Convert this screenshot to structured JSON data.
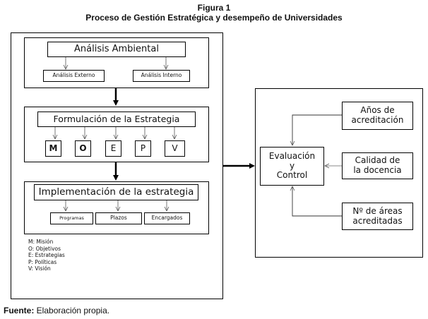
{
  "figure": {
    "number": "Figura 1",
    "title": "Proceso de Gestión Estratégica y desempeño de Universidades"
  },
  "stages": {
    "analysis": {
      "title": "Análisis Ambiental",
      "children": [
        "Análisis  Externo",
        "Análisis Interno"
      ]
    },
    "formulation": {
      "title": "Formulación de la Estrategia",
      "children": [
        "M",
        "O",
        "E",
        "P",
        "V"
      ]
    },
    "implementation": {
      "title": "Implementación de la estrategia",
      "children": [
        "Programas",
        "Plazos",
        "Encargados"
      ]
    }
  },
  "legend": [
    "M: Misión",
    "O: Objetivos",
    "E:  Estrategias",
    "P: Políticas",
    "V: Visión"
  ],
  "evaluation": {
    "center": [
      "Evaluación",
      "y",
      "Control"
    ],
    "inputs": [
      [
        "Años de",
        "acreditación"
      ],
      [
        "Calidad de",
        "la docencia"
      ],
      [
        "Nº de áreas",
        "acreditadas"
      ]
    ]
  },
  "source": {
    "label": "Fuente:",
    "text": " Elaboración propia."
  },
  "colors": {
    "line": "#000000",
    "thin_arrow": "#555555"
  }
}
